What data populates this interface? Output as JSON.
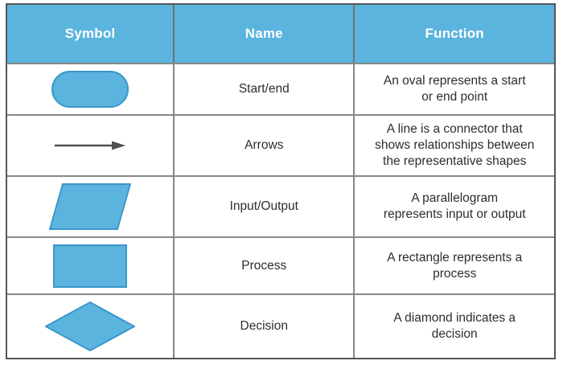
{
  "table": {
    "headers": [
      "Symbol",
      "Name",
      "Function"
    ],
    "rows": [
      {
        "symbol": "oval",
        "name": "Start/end",
        "function": "An oval represents a start\nor end point"
      },
      {
        "symbol": "arrow",
        "name": "Arrows",
        "function": "A line is a connector that\nshows relationships between\nthe representative shapes"
      },
      {
        "symbol": "parallelogram",
        "name": "Input/Output",
        "function": "A parallelogram\nrepresents input or output"
      },
      {
        "symbol": "rectangle",
        "name": "Process",
        "function": "A rectangle represents a\nprocess"
      },
      {
        "symbol": "diamond",
        "name": "Decision",
        "function": "A diamond indicates a\ndecision"
      }
    ],
    "colors": {
      "header_bg": "#5BB4DE",
      "header_text": "#FFFFFF",
      "shape_fill": "#5BB4DE",
      "shape_stroke": "#3D97CC",
      "arrow_color": "#4D4F53",
      "grid_line": "#85878A",
      "outer_border": "#55565A",
      "body_text": "#2D2D2D"
    }
  }
}
